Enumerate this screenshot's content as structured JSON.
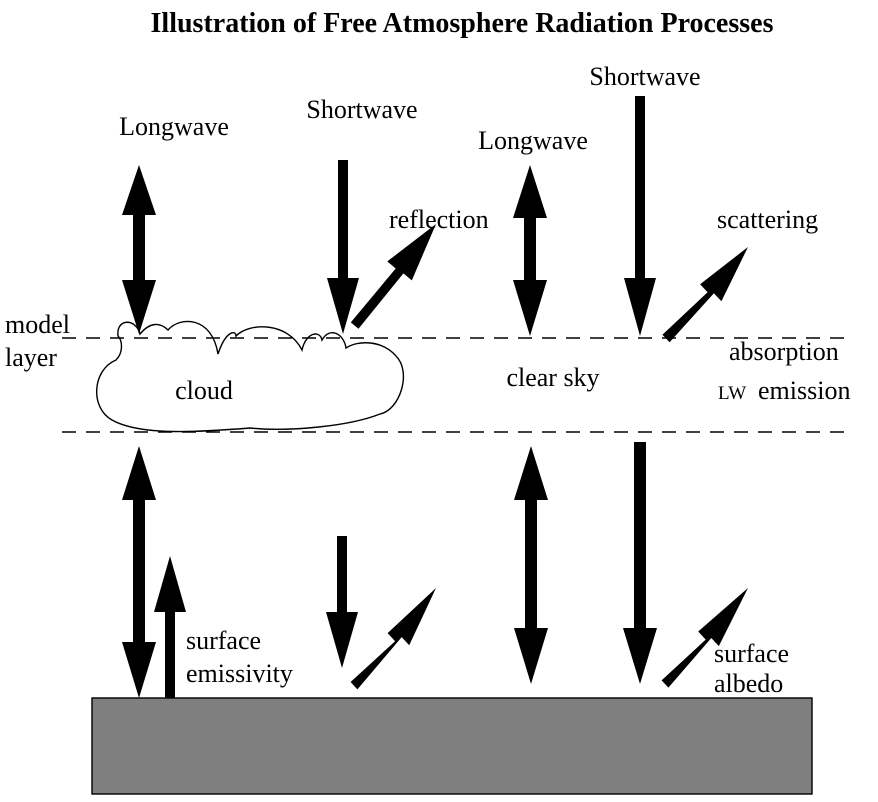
{
  "title": "Illustration of Free Atmosphere Radiation Processes",
  "labels": {
    "longwave_left": "Longwave",
    "shortwave_left": "Shortwave",
    "longwave_right": "Longwave",
    "shortwave_right": "Shortwave",
    "reflection": "reflection",
    "scattering": "scattering",
    "model": "model",
    "layer": "layer",
    "cloud": "cloud",
    "clear_sky": "clear sky",
    "absorption": "absorption",
    "lw_prefix": "LW",
    "emission": "emission",
    "surface_emissivity_1": "surface",
    "surface_emissivity_2": "emissivity",
    "surface_albedo_1": "surface",
    "surface_albedo_2": "albedo"
  },
  "colors": {
    "ground": "#7f7f7f",
    "ink": "#000000",
    "background": "#ffffff"
  }
}
